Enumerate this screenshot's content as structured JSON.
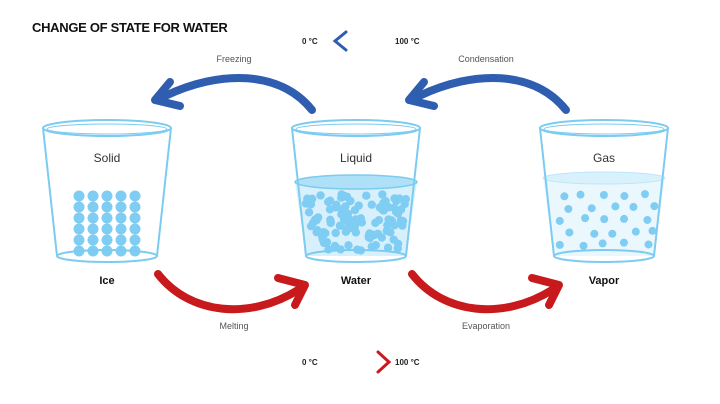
{
  "title": "CHANGE OF STATE FOR WATER",
  "cooling_scale": {
    "from": "0 °C",
    "to": "100 °C"
  },
  "heating_scale": {
    "from": "0 °C",
    "to": "100 °C"
  },
  "processes": {
    "freezing": "Freezing",
    "condensation": "Condensation",
    "melting": "Melting",
    "evaporation": "Evaporation"
  },
  "glasses": [
    {
      "state": "Solid",
      "name": "Ice"
    },
    {
      "state": "Liquid",
      "name": "Water"
    },
    {
      "state": "Gas",
      "name": "Vapor"
    }
  ],
  "colors": {
    "blue_arrow": "#2f5eb0",
    "red_arrow": "#c8191c",
    "glass": "#7ccbf0",
    "particle": "#7fcdf3"
  }
}
